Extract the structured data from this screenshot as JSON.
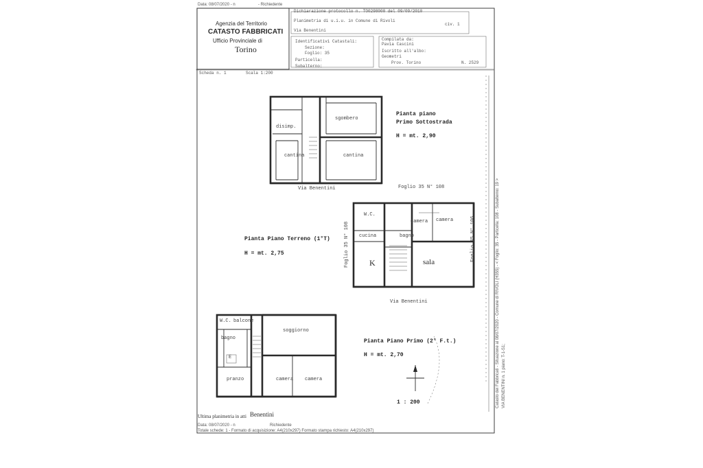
{
  "header": {
    "date_top": "Data: 08/07/2020 - n",
    "request_top": "- Richiedente",
    "agency_line1": "Agenzia del Territorio",
    "agency_line2": "CATASTO FABBRICATI",
    "agency_line3": "Ufficio Provinciale di",
    "agency_line4": "Torino",
    "decl_line": "Dichiarazione protocollo n. TO0298000 del 09/09/2010",
    "planimetry_line": "Planimetria di u.i.u. in Comune di Rivoli",
    "address_line": "Via Benentini",
    "civ_label": "civ. 1",
    "identifiers_label": "Identificativi Catastali:",
    "sezione_label": "Sezione:",
    "foglio_label": "Foglio: 35",
    "particella_label": "Particella:",
    "subalterno_label": "Subalterno:",
    "compiled_label": "Compilata da:",
    "compiled_name": "Pavia Cascini",
    "enrolled_label": "Iscritto all'albo:",
    "enrolled_value": "Geometri",
    "prov_label": "Prov. Torino",
    "prov_number": "N. 2529",
    "scheda_label": "Scheda n. 1",
    "scala_label": "Scala 1:200"
  },
  "floor_plans": {
    "basement": {
      "title_line1": "Pianta piano",
      "title_line2": "Primo Sottostrada",
      "height": "H = mt. 2,90",
      "rooms": {
        "sgombero": "sgombero",
        "disimp": "disimp.",
        "cantina_left": "cantina",
        "cantina_right": "cantina"
      },
      "street": "Via Benentini"
    },
    "ground": {
      "title": "Pianta Piano Terreno",
      "title_note": "(1°T)",
      "height": "H = mt. 2,75",
      "foglio_top": "Foglio 35 N° 108",
      "foglio_left": "Foglio 35 N° 108",
      "foglio_right": "Foglio 35 N° 106",
      "rooms": {
        "wc": "W.C.",
        "camera": "camera",
        "camera2": "camera",
        "cucina": "cucina",
        "bagno": "bagno",
        "k": "K",
        "sala": "sala"
      },
      "street": "Via Benentini"
    },
    "first": {
      "title": "Pianta Piano Primo",
      "title_note": "(2° F.t.)",
      "height": "H = mt. 2,70",
      "rooms": {
        "wc": "W.C.",
        "balcone": "balcone",
        "soggiorno": "soggiorno",
        "bagno": "bagno",
        "e": "E",
        "pranzo": "pranzo",
        "camera": "camera",
        "camera2": "camera"
      },
      "street": "Benentini",
      "scale": "1 : 200"
    }
  },
  "footer": {
    "last_plan": "Ultima planimetria in atti",
    "date_bottom": "Data: 08/07/2020 - n",
    "request_bottom": "Richiedente",
    "total_sheets": "Totale schede: 1 - Formato di acquisizione: A4(210x297)   Formato stampa richiesto: A4(210x297)"
  },
  "side_text": {
    "main": "Catasto dei Fabbricati - Situazione al 08/07/2020 - Comune di RIVOLI (H355) - < Foglio: 35 - Particella: 108 - Subalterno: 19 >",
    "second": "VIA BENENTINI n. 1 piano: T-1-S1;"
  }
}
